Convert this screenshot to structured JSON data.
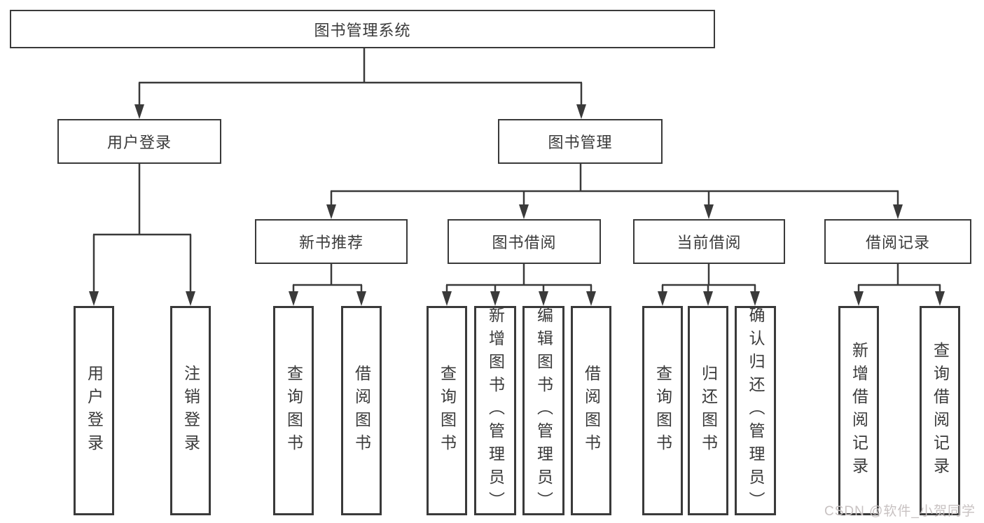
{
  "tree": {
    "root": {
      "label": "图书管理系统"
    },
    "branches": [
      {
        "label": "用户登录",
        "leaves": [
          "用户登录",
          "注销登录"
        ]
      },
      {
        "label": "图书管理",
        "groups": [
          {
            "label": "新书推荐",
            "leaves": [
              "查询图书",
              "借阅图书"
            ]
          },
          {
            "label": "图书借阅",
            "leaves": [
              "查询图书",
              "新增图书（管理员）",
              "编辑图书（管理员）",
              "借阅图书"
            ]
          },
          {
            "label": "当前借阅",
            "leaves": [
              "查询图书",
              "归还图书",
              "确认归还（管理员）"
            ]
          },
          {
            "label": "借阅记录",
            "leaves": [
              "新增借阅记录",
              "查询借阅记录"
            ]
          }
        ]
      }
    ]
  },
  "watermark": {
    "text": "CSDN @软件_小贺同学"
  },
  "colors": {
    "line": "#3a3a3a",
    "text": "#3a3a3a",
    "background": "#ffffff",
    "watermark": "#c8c2c2"
  }
}
